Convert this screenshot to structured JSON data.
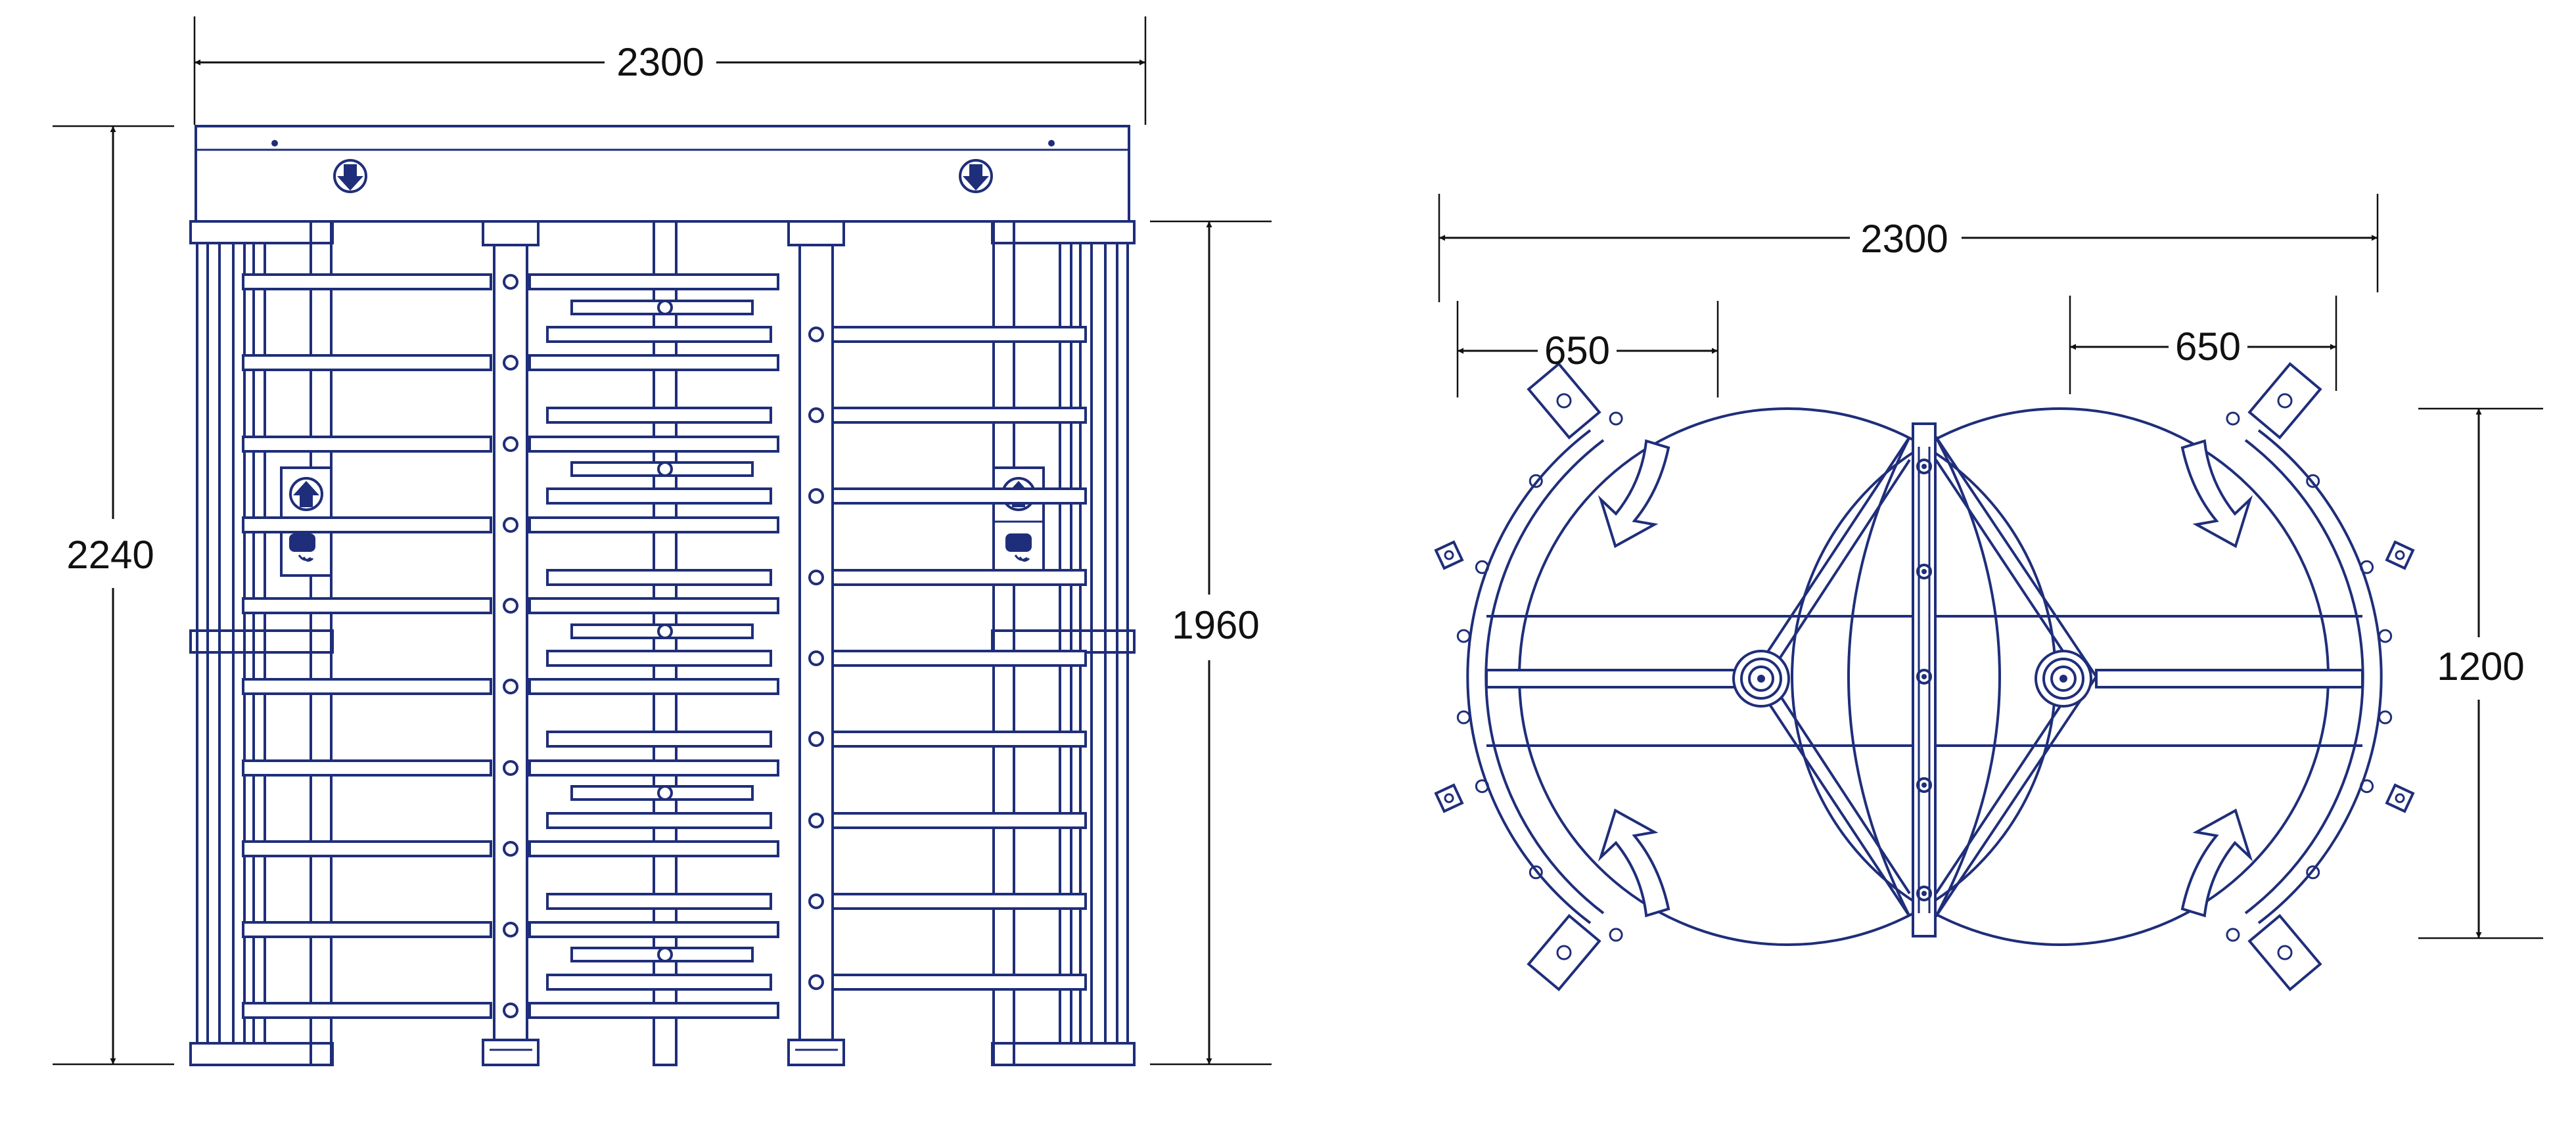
{
  "front_view": {
    "width_label": "2300",
    "height_label": "2240",
    "passage_height_label": "1960"
  },
  "top_view": {
    "width_label": "2300",
    "left_offset_label": "650",
    "right_offset_label": "650",
    "depth_label": "1200"
  },
  "colors": {
    "line": "#1f2e7a",
    "dimension": "#111111",
    "background": "#ffffff"
  }
}
